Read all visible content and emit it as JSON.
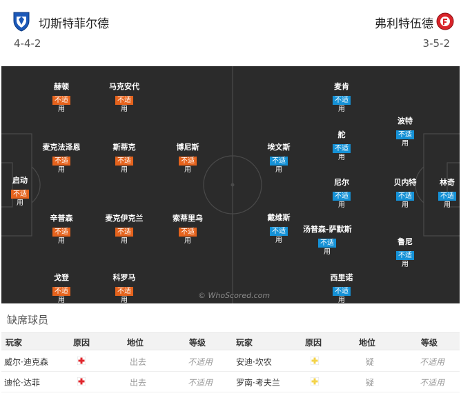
{
  "header": {
    "home_name": "切斯特菲尔德",
    "away_name": "弗利特伍德",
    "home_formation": "4-4-2",
    "away_formation": "3-5-2",
    "home_color": "#1b58b8",
    "away_color": "#d9242a"
  },
  "watermark": "© WhoScored.com",
  "home_players": [
    {
      "name": "赫顿",
      "tag": "不适",
      "sub": "用"
    },
    {
      "name": "马克安代",
      "tag": "不适",
      "sub": "用"
    },
    {
      "name": "麦克法泽恩",
      "tag": "不适",
      "sub": "用"
    },
    {
      "name": "斯蒂克",
      "tag": "不适",
      "sub": "用"
    },
    {
      "name": "博尼斯",
      "tag": "不适",
      "sub": "用"
    },
    {
      "name": "启动",
      "tag": "不适",
      "sub": "用"
    },
    {
      "name": "辛普森",
      "tag": "不适",
      "sub": "用"
    },
    {
      "name": "麦克伊克兰",
      "tag": "不适",
      "sub": "用"
    },
    {
      "name": "索蒂里乌",
      "tag": "不适",
      "sub": "用"
    },
    {
      "name": "戈登",
      "tag": "不适",
      "sub": "用"
    },
    {
      "name": "科罗马",
      "tag": "不适",
      "sub": "用"
    }
  ],
  "away_players": [
    {
      "name": "麦肯",
      "tag": "不适",
      "sub": "用"
    },
    {
      "name": "波特",
      "tag": "不适",
      "sub": "用"
    },
    {
      "name": "埃文斯",
      "tag": "不适",
      "sub": "用"
    },
    {
      "name": "舵",
      "tag": "不适",
      "sub": "用"
    },
    {
      "name": "尼尔",
      "tag": "不适",
      "sub": "用"
    },
    {
      "name": "贝内特",
      "tag": "不适",
      "sub": "用"
    },
    {
      "name": "林奇",
      "tag": "不适",
      "sub": "用"
    },
    {
      "name": "戴维斯",
      "tag": "不适",
      "sub": "用"
    },
    {
      "name": "汤普森-萨默斯",
      "tag": "不适",
      "sub": "用"
    },
    {
      "name": "鲁尼",
      "tag": "不适",
      "sub": "用"
    },
    {
      "name": "西里诺",
      "tag": "不适",
      "sub": "用"
    }
  ],
  "missing": {
    "title": "缺席球员",
    "columns": [
      "玩家",
      "原因",
      "地位",
      "等级",
      "玩家",
      "原因",
      "地位",
      "等级"
    ],
    "rows": [
      {
        "home_player": "威尔·迪克森",
        "home_reason_icon": "injury-cross-icon",
        "home_status": "出去",
        "home_level": "不适用",
        "away_player": "安迪·坎农",
        "away_reason_icon": "doubt-cross-icon",
        "away_status": "疑",
        "away_level": "不适用"
      },
      {
        "home_player": "迪伦·达菲",
        "home_reason_icon": "injury-cross-icon",
        "home_status": "出去",
        "home_level": "不适用",
        "away_player": "罗南·考夫兰",
        "away_reason_icon": "doubt-cross-icon",
        "away_status": "疑",
        "away_level": "不适用"
      }
    ],
    "injury_color": "#e0262c",
    "doubt_color": "#f3d34a"
  }
}
